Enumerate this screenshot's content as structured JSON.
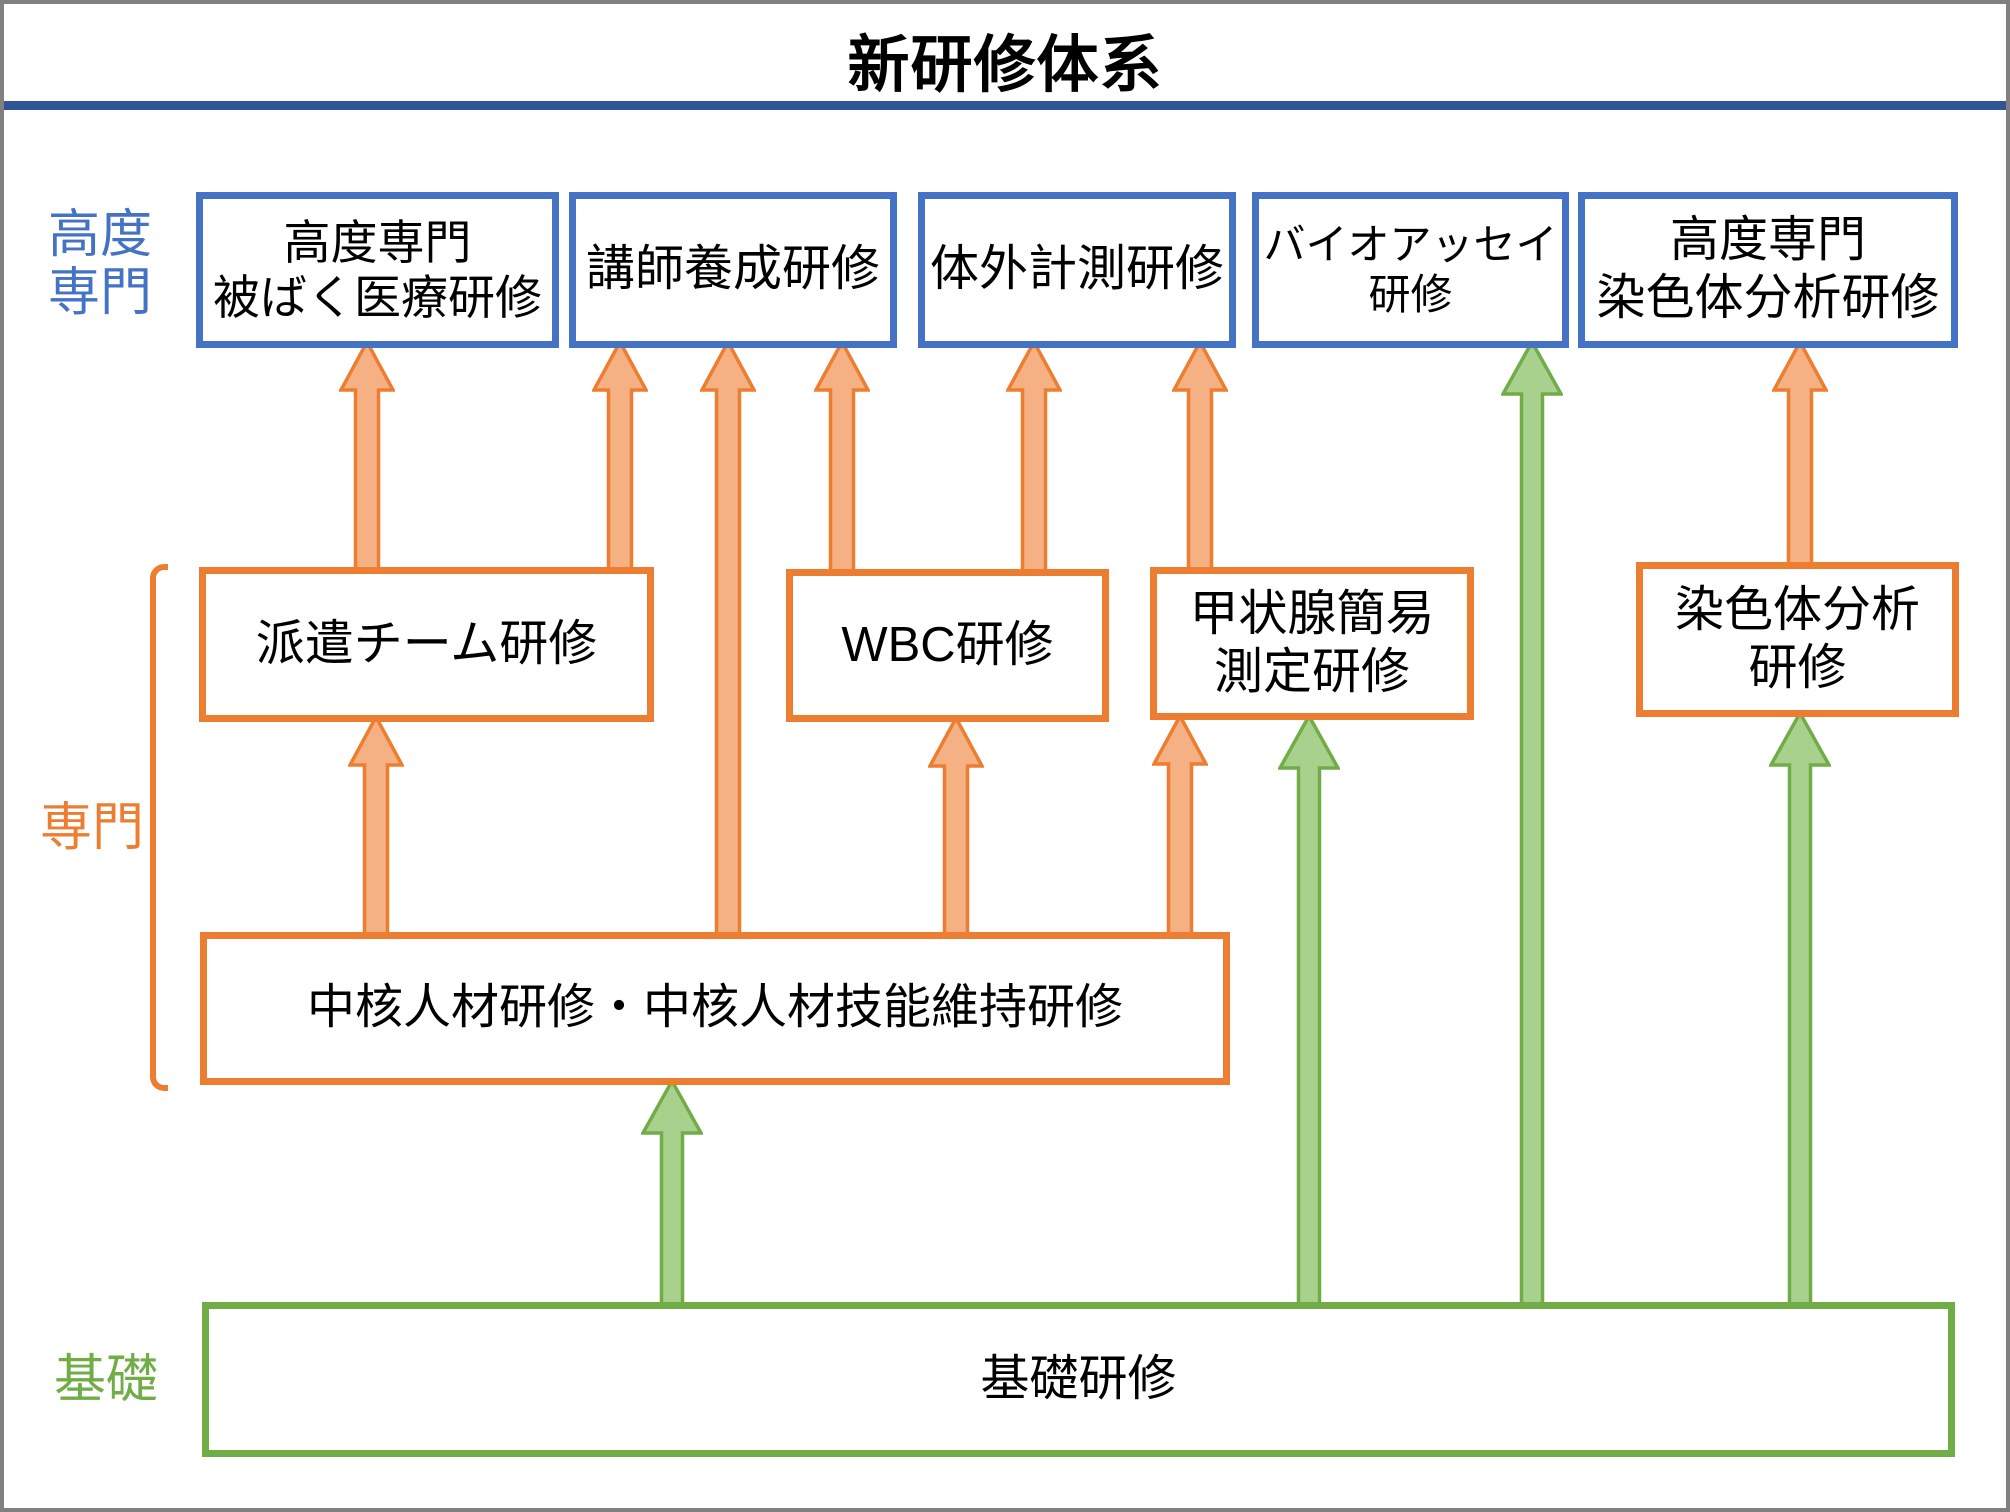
{
  "title": "新研修体系",
  "palette": {
    "blue": "#4472C4",
    "navy": "#2F5597",
    "orange": "#ED7D31",
    "orange_fill": "#F5B183",
    "green": "#70AD47",
    "green_fill": "#A9D18E",
    "gray": "#808080",
    "text": "#000000"
  },
  "tiers": {
    "advanced": {
      "label": "高度\n専門"
    },
    "specialized": {
      "label": "専門"
    },
    "basic": {
      "label": "基礎"
    }
  },
  "boxes": {
    "hibaku": {
      "label": "高度専門\n被ばく医療研修",
      "tier": "高度専門"
    },
    "koushi": {
      "label": "講師養成研修",
      "tier": "高度専門"
    },
    "taigai": {
      "label": "体外計測研修",
      "tier": "高度専門"
    },
    "bioassay": {
      "label": "バイオアッセイ\n研修",
      "tier": "高度専門"
    },
    "kodo_senshokutai": {
      "label": "高度専門\n染色体分析研修",
      "tier": "高度専門"
    },
    "haken": {
      "label": "派遣チーム研修",
      "tier": "専門"
    },
    "wbc": {
      "label": "WBC研修",
      "tier": "専門"
    },
    "koujousen": {
      "label": "甲状腺簡易\n測定研修",
      "tier": "専門"
    },
    "senshokutai": {
      "label": "染色体分析\n研修",
      "tier": "専門"
    },
    "chukaku": {
      "label": "中核人材研修・中核人材技能維持研修",
      "tier": "専門"
    },
    "kiso": {
      "label": "基礎研修",
      "tier": "基礎"
    }
  },
  "connections": [
    {
      "from": "haken",
      "to": "hibaku",
      "color": "orange"
    },
    {
      "from": "haken",
      "to": "koushi",
      "color": "orange"
    },
    {
      "from": "chukaku",
      "to": "koushi",
      "color": "orange"
    },
    {
      "from": "wbc",
      "to": "koushi",
      "color": "orange"
    },
    {
      "from": "wbc",
      "to": "taigai",
      "color": "orange"
    },
    {
      "from": "koujousen",
      "to": "taigai",
      "color": "orange"
    },
    {
      "from": "kiso",
      "to": "bioassay",
      "color": "green"
    },
    {
      "from": "senshokutai",
      "to": "kodo_senshokutai",
      "color": "orange"
    },
    {
      "from": "chukaku",
      "to": "haken",
      "color": "orange"
    },
    {
      "from": "chukaku",
      "to": "wbc",
      "color": "orange"
    },
    {
      "from": "chukaku",
      "to": "koujousen",
      "color": "orange"
    },
    {
      "from": "kiso",
      "to": "chukaku",
      "color": "green"
    },
    {
      "from": "kiso",
      "to": "koujousen",
      "color": "green"
    },
    {
      "from": "kiso",
      "to": "senshokutai",
      "color": "green"
    }
  ]
}
